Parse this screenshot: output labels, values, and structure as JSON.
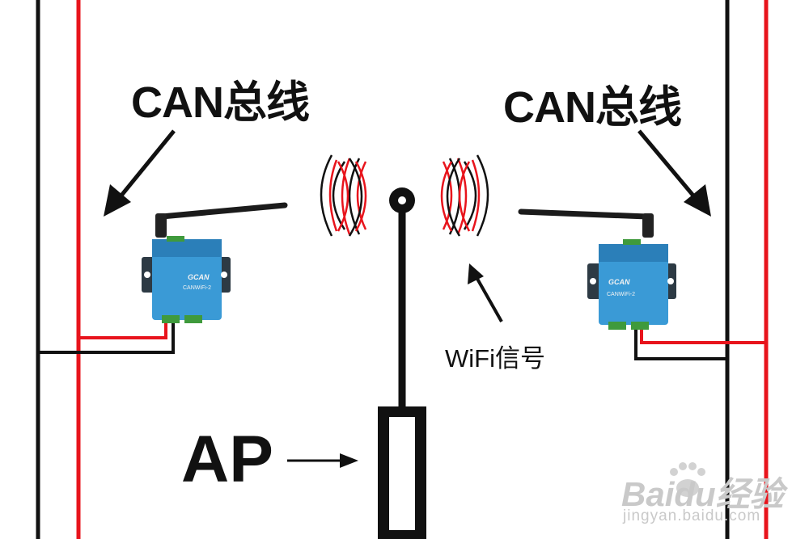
{
  "labels": {
    "can_bus_left": "CAN总线",
    "can_bus_right": "CAN总线",
    "wifi_signal": "WiFi信号",
    "ap": "AP"
  },
  "devices": {
    "left": {
      "brand": "GCAN",
      "model": "CANWiFi-2"
    },
    "right": {
      "brand": "GCAN",
      "model": "CANWiFi-2"
    }
  },
  "watermark": {
    "logo": "Baidu经验",
    "url": "jingyan.baidu.com"
  },
  "colors": {
    "can_high_wire": "#e8141c",
    "can_low_wire": "#111111",
    "device_body": "#3a9ad6",
    "connector": "#3f9a3c",
    "signal_red": "#e8141c",
    "signal_black": "#111111"
  }
}
